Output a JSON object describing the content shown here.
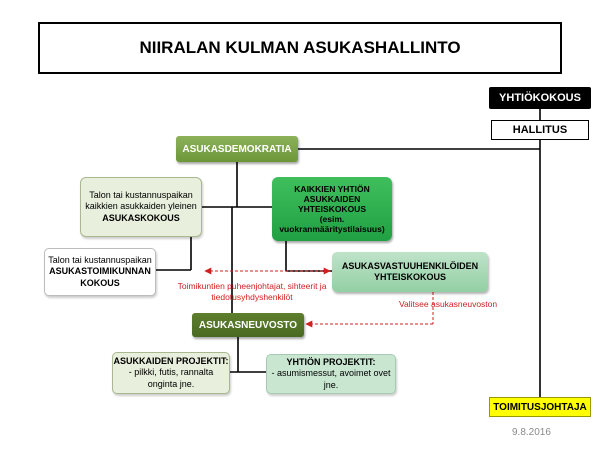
{
  "title": "NIIRALAN KULMAN ASUKASHALLINTO",
  "boxes": {
    "yhtiokokous": "YHTIÖKOKOUS",
    "hallitus": "HALLITUS",
    "toimitusjohtaja": "TOIMITUSJOHTAJA",
    "asukasdemokratia": "ASUKASDEMOKRATIA",
    "asukaskokous": {
      "line1": "Talon tai kustannuspaikan",
      "line2": "kaikkien asukkaiden yleinen",
      "line3": "ASUKASKOKOUS"
    },
    "kaikkien_yhtion": {
      "line1": "KAIKKIEN YHTIÖN",
      "line2": "ASUKKAIDEN",
      "line3": "YHTEISKOKOUS",
      "line4": "(esim.",
      "line5": "vuokranmääritystilaisuus)"
    },
    "asukastoimikunnan": {
      "line1": "Talon tai kustannuspaikan",
      "line2": "ASUKASTOIMIKUNNAN",
      "line3": "KOKOUS"
    },
    "asukasvastuuhenkiloiden": {
      "line1": "ASUKASVASTUUHENKILÖIDEN",
      "line2": "YHTEISKOKOUS"
    },
    "asukasneuvosto": "ASUKASNEUVOSTO",
    "asukkaiden_projektit": {
      "title": "ASUKKAIDEN PROJEKTIT:",
      "line1": "- pilkki, futis, rannalta",
      "line2": "onginta jne."
    },
    "yhtion_projektit": {
      "title": "YHTIÖN PROJEKTIT:",
      "line1": "- asumismessut, avoimet ovet",
      "line2": "jne."
    }
  },
  "labels": {
    "toimikuntien": {
      "line1": "Toimikuntien puheenjohtajat, sihteerit ja",
      "line2": "tiedotusyhdyshenkilöt"
    },
    "valitsee": "Valitsee   asukasneuvoston"
  },
  "date": "9.8.2016",
  "colors": {
    "arrow_red": "#d02020",
    "connector": "#000000",
    "dark_green": "#4a6a22",
    "light_green": "#8db25a",
    "bright_green": "#21a043",
    "yellow": "#ffff00"
  }
}
